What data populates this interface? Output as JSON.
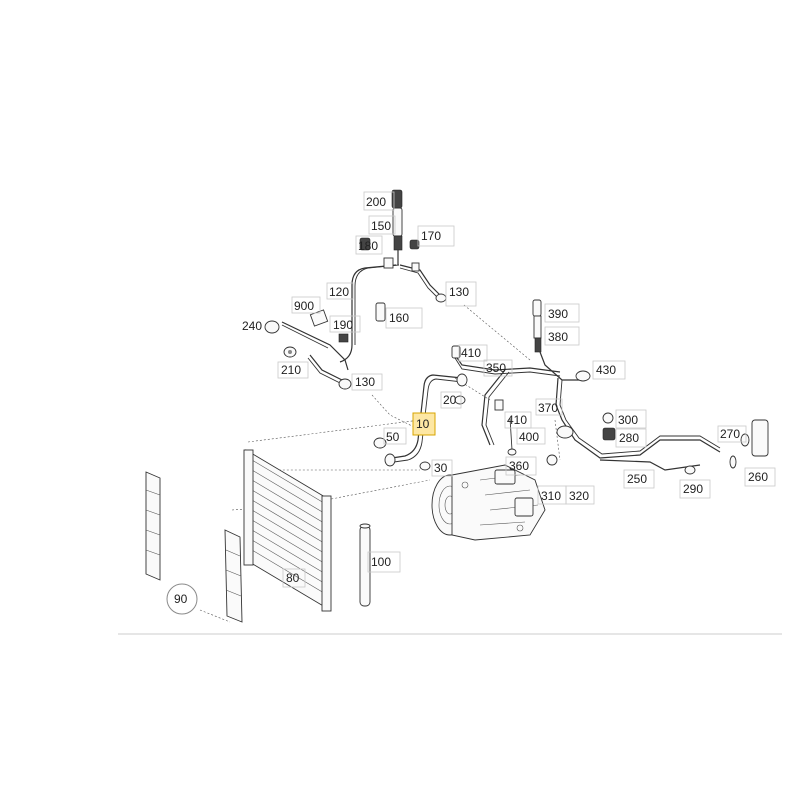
{
  "labels": {
    "p200": "200",
    "p150": "150",
    "p170": "170",
    "p180": "180",
    "p130a": "130",
    "p120": "120",
    "p900": "900",
    "p160": "160",
    "p240": "240",
    "p190": "190",
    "p210": "210",
    "p130b": "130",
    "p390": "390",
    "p380": "380",
    "p410a": "410",
    "p350": "350",
    "p430": "430",
    "p20": "20",
    "p370": "370",
    "p300": "300",
    "p10": "10",
    "p410b": "410",
    "p50": "50",
    "p400": "400",
    "p280": "280",
    "p270": "270",
    "p360": "360",
    "p30": "30",
    "p250": "250",
    "p290": "290",
    "p260": "260",
    "p310": "310",
    "p320": "320",
    "p80": "80",
    "p100": "100",
    "p90": "90"
  },
  "highlighted_part": "10",
  "colors": {
    "highlight": "#fde7a4",
    "highlight_border": "#d8a400",
    "line": "#333333"
  }
}
